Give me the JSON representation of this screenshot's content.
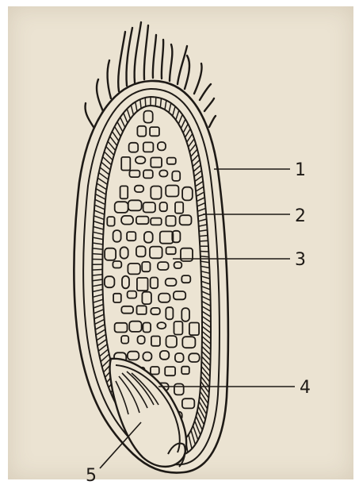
{
  "colors": {
    "paper": "#ebe3d2",
    "ink": "#1e1a16"
  },
  "callouts": [
    {
      "id": "1",
      "label": "1"
    },
    {
      "id": "2",
      "label": "2"
    },
    {
      "id": "3",
      "label": "3"
    },
    {
      "id": "4",
      "label": "4"
    },
    {
      "id": "5",
      "label": "5"
    }
  ]
}
